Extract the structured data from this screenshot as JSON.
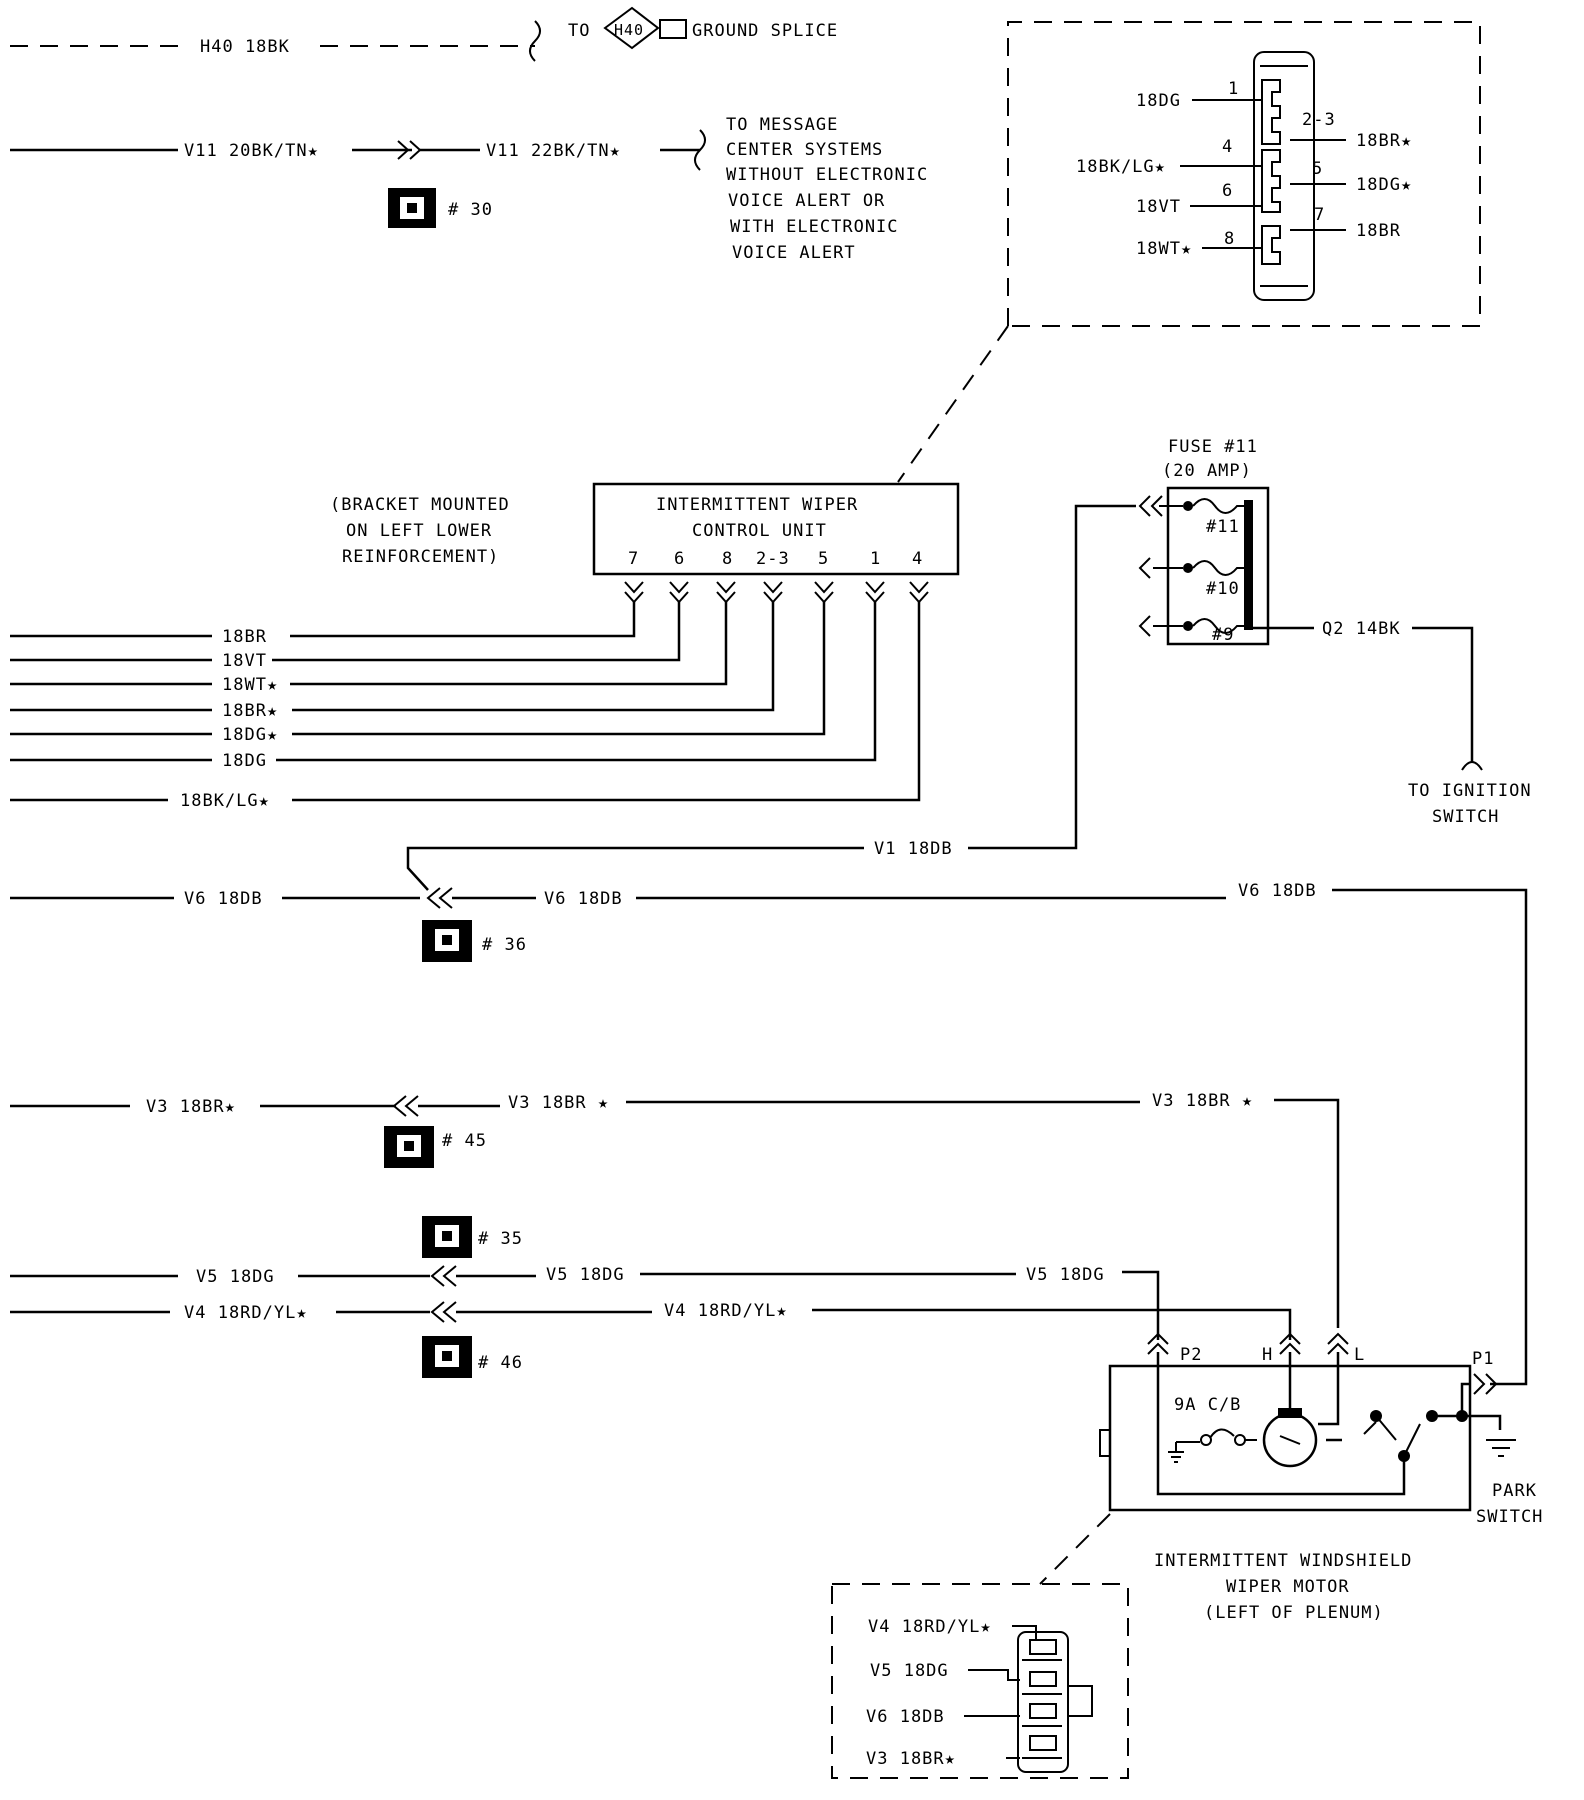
{
  "ground": {
    "wire": "H40 18BK",
    "to": "TO",
    "code": "H40",
    "label": "GROUND SPLICE"
  },
  "message": {
    "wire_left": "V11 20BK/TN★",
    "wire_right": "V11 22BK/TN★",
    "connector": "# 30",
    "lines": [
      "TO MESSAGE",
      "CENTER SYSTEMS",
      "WITHOUT ELECTRONIC",
      "VOICE ALERT OR",
      "WITH ELECTRONIC",
      "VOICE ALERT"
    ]
  },
  "plug": {
    "wires_left": [
      "18DG",
      "18BK/LG★",
      "18VT",
      "18WT★"
    ],
    "pins_left": [
      "1",
      "4",
      "6",
      "8"
    ],
    "wires_right": [
      "18BR★",
      "18DG★",
      "18BR"
    ],
    "pins_right": [
      "2-3",
      "5",
      "7"
    ]
  },
  "bracket": {
    "lines": [
      "(BRACKET MOUNTED",
      "ON LEFT LOWER",
      "REINFORCEMENT)"
    ]
  },
  "control_unit": {
    "title1": "INTERMITTENT WIPER",
    "title2": "CONTROL UNIT",
    "pins": [
      "7",
      "6",
      "8",
      "2-3",
      "5",
      "1",
      "4"
    ]
  },
  "unit_wires": [
    "18BR",
    "18VT",
    "18WT★",
    "18BR★",
    "18DG★",
    "18DG",
    "18BK/LG★"
  ],
  "fuse": {
    "title1": "FUSE #11",
    "title2": "(20 AMP)",
    "labels": [
      "#11",
      "#10",
      "#9"
    ],
    "feed": "Q2 14BK",
    "ignition1": "TO IGNITION",
    "ignition2": "SWITCH"
  },
  "circuits": {
    "v1": "V1 18DB",
    "v6_left": "V6 18DB",
    "v6_mid": "V6 18DB",
    "v6_right": "V6 18DB",
    "c36": "# 36",
    "v3_left": "V3 18BR★",
    "v3_mid": "V3 18BR ★",
    "v3_right": "V3 18BR ★",
    "c45": "# 45",
    "c35": "# 35",
    "v5_left": "V5 18DG",
    "v5_mid": "V5 18DG",
    "v5_right": "V5 18DG",
    "v4_left": "V4 18RD/YL★",
    "v4_mid": "V4 18RD/YL★",
    "c46": "# 46"
  },
  "motor": {
    "p2": "P2",
    "h": "H",
    "l": "L",
    "p1": "P1",
    "cb": "9A C/B",
    "park1": "PARK",
    "park2": "SWITCH",
    "title": [
      "INTERMITTENT WINDSHIELD",
      "WIPER MOTOR",
      "(LEFT OF PLENUM)"
    ]
  },
  "motor_plug": {
    "wires": [
      "V4 18RD/YL★",
      "V5 18DG",
      "V6 18DB",
      "V3 18BR★"
    ]
  }
}
